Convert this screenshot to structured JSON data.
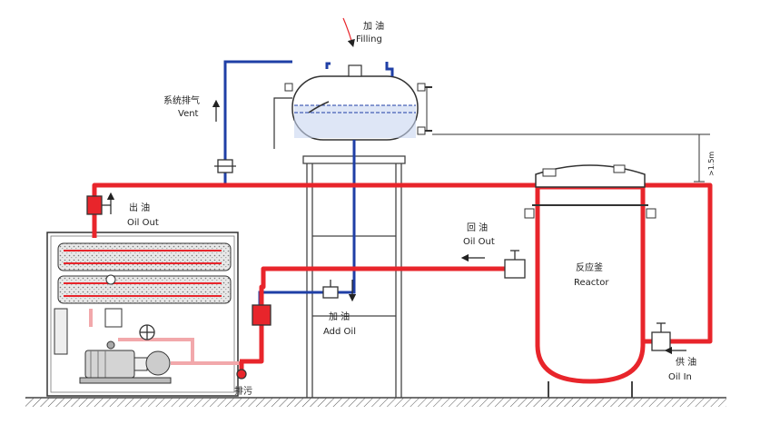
{
  "labels": {
    "filling_cn": "加 油",
    "filling_en": "Filling",
    "vent_cn": "系统排气",
    "vent_en": "Vent",
    "oil_out_cn": "出 油",
    "oil_out_en": "Oil Out",
    "return_cn": "回 油",
    "return_en": "Oil Out",
    "reactor_cn": "反应釜",
    "reactor_en": "Reactor",
    "add_oil_cn": "加 油",
    "add_oil_en": "Add Oil",
    "supply_cn": "供 油",
    "supply_en": "Oil In",
    "drain_cn": "排污",
    "height_note": ">1.5m"
  },
  "colors": {
    "hot_pipe": "#e8252b",
    "cold_pipe": "#1f3fa6",
    "outline": "#333333"
  }
}
